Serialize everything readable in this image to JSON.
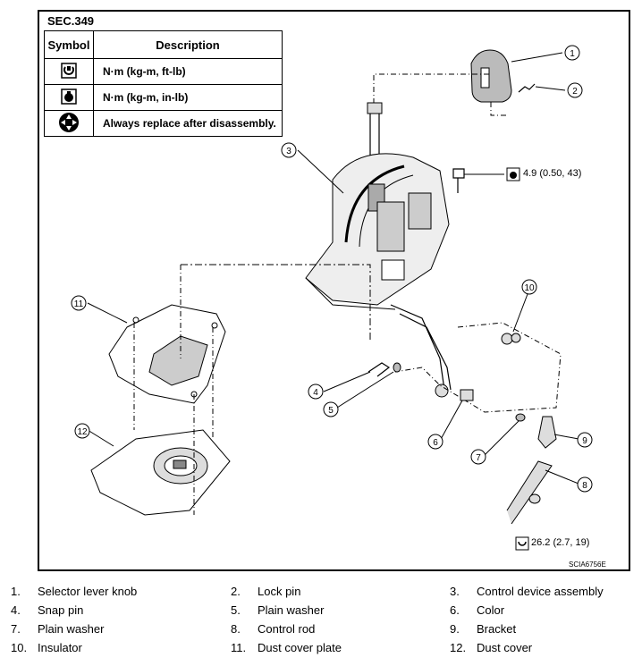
{
  "section": "SEC.349",
  "symbol_table": {
    "header_symbol": "Symbol",
    "header_description": "Description",
    "rows": [
      {
        "icon": "torque-wrench-ftlb-icon",
        "description": "N·m (kg-m, ft-lb)"
      },
      {
        "icon": "torque-wrench-inlb-icon",
        "description": "N·m (kg-m, in-lb)"
      },
      {
        "icon": "do-not-reuse-icon",
        "description": "Always replace after disassembly."
      }
    ]
  },
  "callouts": [
    "1",
    "2",
    "3",
    "4",
    "5",
    "6",
    "7",
    "8",
    "9",
    "10",
    "11",
    "12"
  ],
  "torque_specs": {
    "bolt": "4.9  (0.50, 43)",
    "nut": "26.2  (2.7, 19)"
  },
  "figure_id": "SCIA6756E",
  "legend": [
    {
      "num": "1.",
      "text": "Selector lever knob"
    },
    {
      "num": "2.",
      "text": "Lock pin"
    },
    {
      "num": "3.",
      "text": "Control device assembly"
    },
    {
      "num": "4.",
      "text": "Snap pin"
    },
    {
      "num": "5.",
      "text": "Plain washer"
    },
    {
      "num": "6.",
      "text": "Color"
    },
    {
      "num": "7.",
      "text": "Plain washer"
    },
    {
      "num": "8.",
      "text": "Control rod"
    },
    {
      "num": "9.",
      "text": "Bracket"
    },
    {
      "num": "10.",
      "text": "Insulator"
    },
    {
      "num": "11.",
      "text": "Dust cover plate"
    },
    {
      "num": "12.",
      "text": "Dust cover"
    }
  ]
}
